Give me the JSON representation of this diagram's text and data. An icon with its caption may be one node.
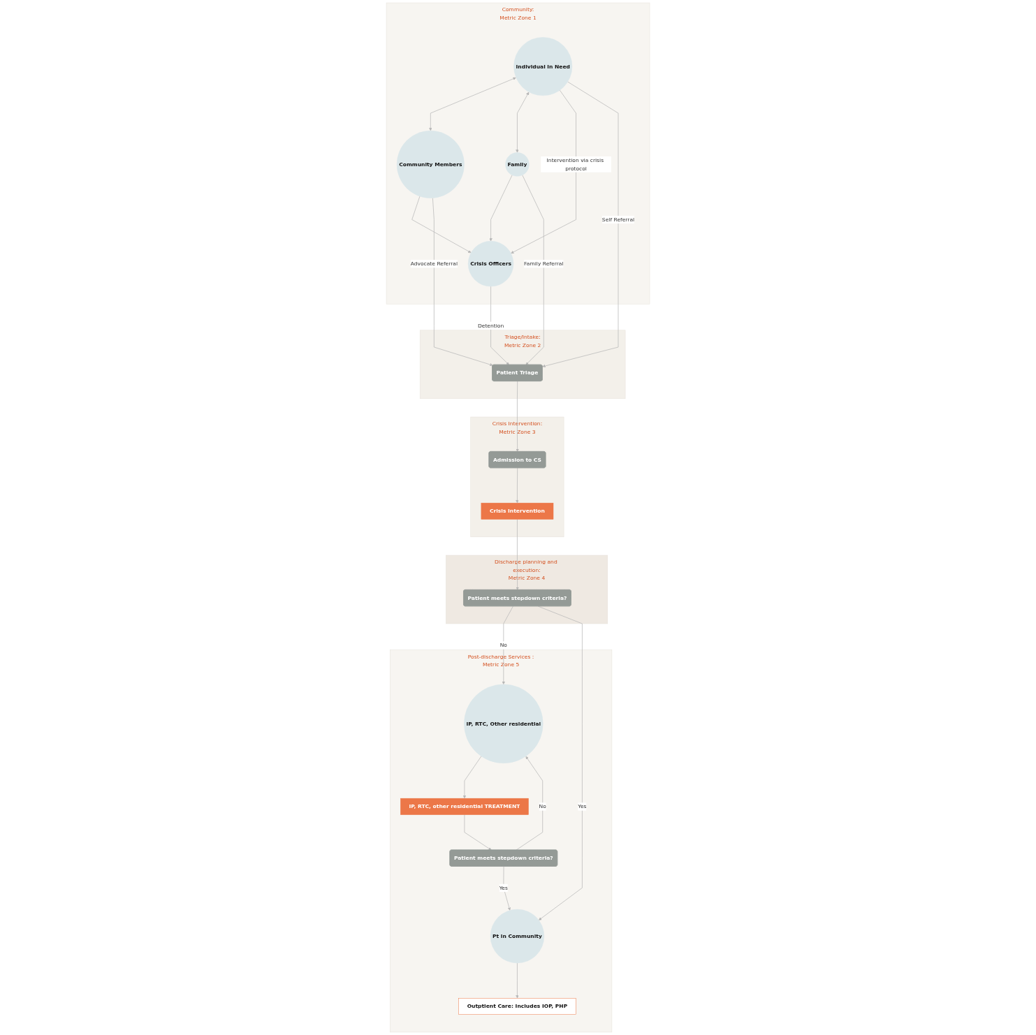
{
  "diagram": {
    "nodes": [
      {
        "text": [
          "Community:",
          "Metric Zone 1"
        ]
      },
      {
        "text": [
          "Individual in Need"
        ],
        "in": 0
      },
      {
        "text": [
          "Community Members"
        ],
        "in": 0
      },
      {
        "text": [
          "Family"
        ],
        "in": 0
      },
      {
        "text": [
          "Crisis Officers"
        ],
        "in": 0
      },
      {
        "text": [
          "Triage/Intake:",
          "Metric Zone 2"
        ]
      },
      {
        "text": [
          "Patient Triage"
        ],
        "in": 5
      },
      {
        "text": [
          "Crisis Intervention:",
          "Metric Zone 3"
        ]
      },
      {
        "text": [
          "Admission to CS"
        ],
        "in": 7
      },
      {
        "text": [
          "Crisis Intervention"
        ],
        "in": 7
      },
      {
        "text": [
          "Discharge planning and execution:",
          "Metric Zone 4"
        ]
      },
      {
        "text": [
          "Patient meets stepdown criteria?"
        ],
        "in": 10
      },
      {
        "text": [
          "Post-discharge Services :",
          "Metric Zone 5"
        ]
      },
      {
        "text": [
          "IP, RTC, Other residential"
        ],
        "in": 12
      },
      {
        "text": [
          "Pt in Community"
        ],
        "in": 12
      },
      {
        "text": [
          "IP, RTC, other residential TREATMENT"
        ],
        "in": 12
      },
      {
        "text": [
          "Outptient Care: Includes IOP, PHP"
        ],
        "in": 12
      },
      {
        "text": [
          "Patient meets stepdown criteria?"
        ],
        "in": 12
      }
    ],
    "edges": [
      {
        "from": 1,
        "to": 2,
        "arrow": "both"
      },
      {
        "from": 1,
        "to": 3,
        "arrow": "both"
      },
      {
        "from": 2,
        "to": 4,
        "arrow": "to"
      },
      {
        "from": 1,
        "to": 4,
        "arrow": "to",
        "label": "Intervention via crisis protocol"
      },
      {
        "from": 3,
        "to": 4,
        "arrow": "to"
      },
      {
        "from": 2,
        "to": 6,
        "arrow": "to",
        "label": "Advocate Referral"
      },
      {
        "from": 1,
        "to": 6,
        "arrow": "to",
        "label": "Self Referral"
      },
      {
        "from": 3,
        "to": 6,
        "arrow": "to",
        "label": "Family Referral"
      },
      {
        "from": 4,
        "to": 6,
        "arrow": "to",
        "label": "Detention"
      },
      {
        "from": 6,
        "to": 8,
        "arrow": "to"
      },
      {
        "from": 8,
        "to": 9,
        "arrow": "to"
      },
      {
        "from": 9,
        "to": 11,
        "arrow": "to"
      },
      {
        "from": 11,
        "to": 13,
        "arrow": "to",
        "label": "No"
      },
      {
        "from": 11,
        "to": 14,
        "arrow": "to",
        "label": "Yes"
      },
      {
        "from": 13,
        "to": 15,
        "arrow": "to"
      },
      {
        "from": 15,
        "to": 17,
        "arrow": "to"
      },
      {
        "from": 17,
        "to": 13,
        "arrow": "to",
        "label": "No"
      },
      {
        "from": 17,
        "to": 14,
        "arrow": "to",
        "label": "Yes"
      },
      {
        "from": 14,
        "to": 16,
        "arrow": "to"
      }
    ]
  }
}
